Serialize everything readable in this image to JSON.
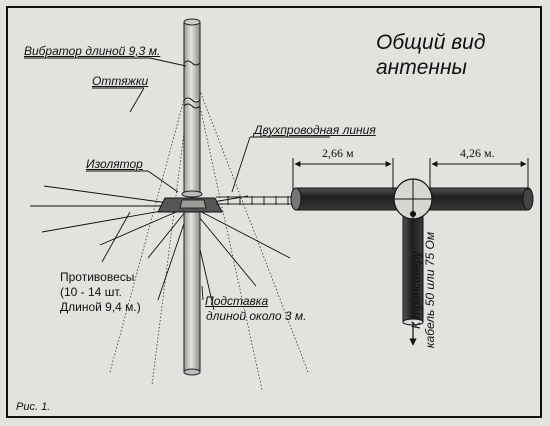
{
  "title": {
    "line1": "Общий вид",
    "line2": "антенны"
  },
  "labels": {
    "vibrator": "Вибратор длиной 9,3 м.",
    "guys": "Оттяжки",
    "insulator": "Изолятор",
    "twin_line": "Двухпроводная линия",
    "counterpoises": [
      "Противовесы",
      "(10 - 14 шт.",
      "Длиной 9,4 м.)"
    ],
    "stand": [
      "Подставка",
      "длиной около 3 м."
    ],
    "to_transceiver": [
      "К трансиверу",
      "кабель 50 или 75 Ом"
    ]
  },
  "dimensions": {
    "line_length": "2,66 м",
    "arm_length": "4,26 м."
  },
  "caption": "Рис. 1.",
  "colors": {
    "paper": "#e2e2df",
    "ink": "#111111",
    "tube_dark": "#2f2f2f",
    "tube_light": "#cfcfca"
  }
}
